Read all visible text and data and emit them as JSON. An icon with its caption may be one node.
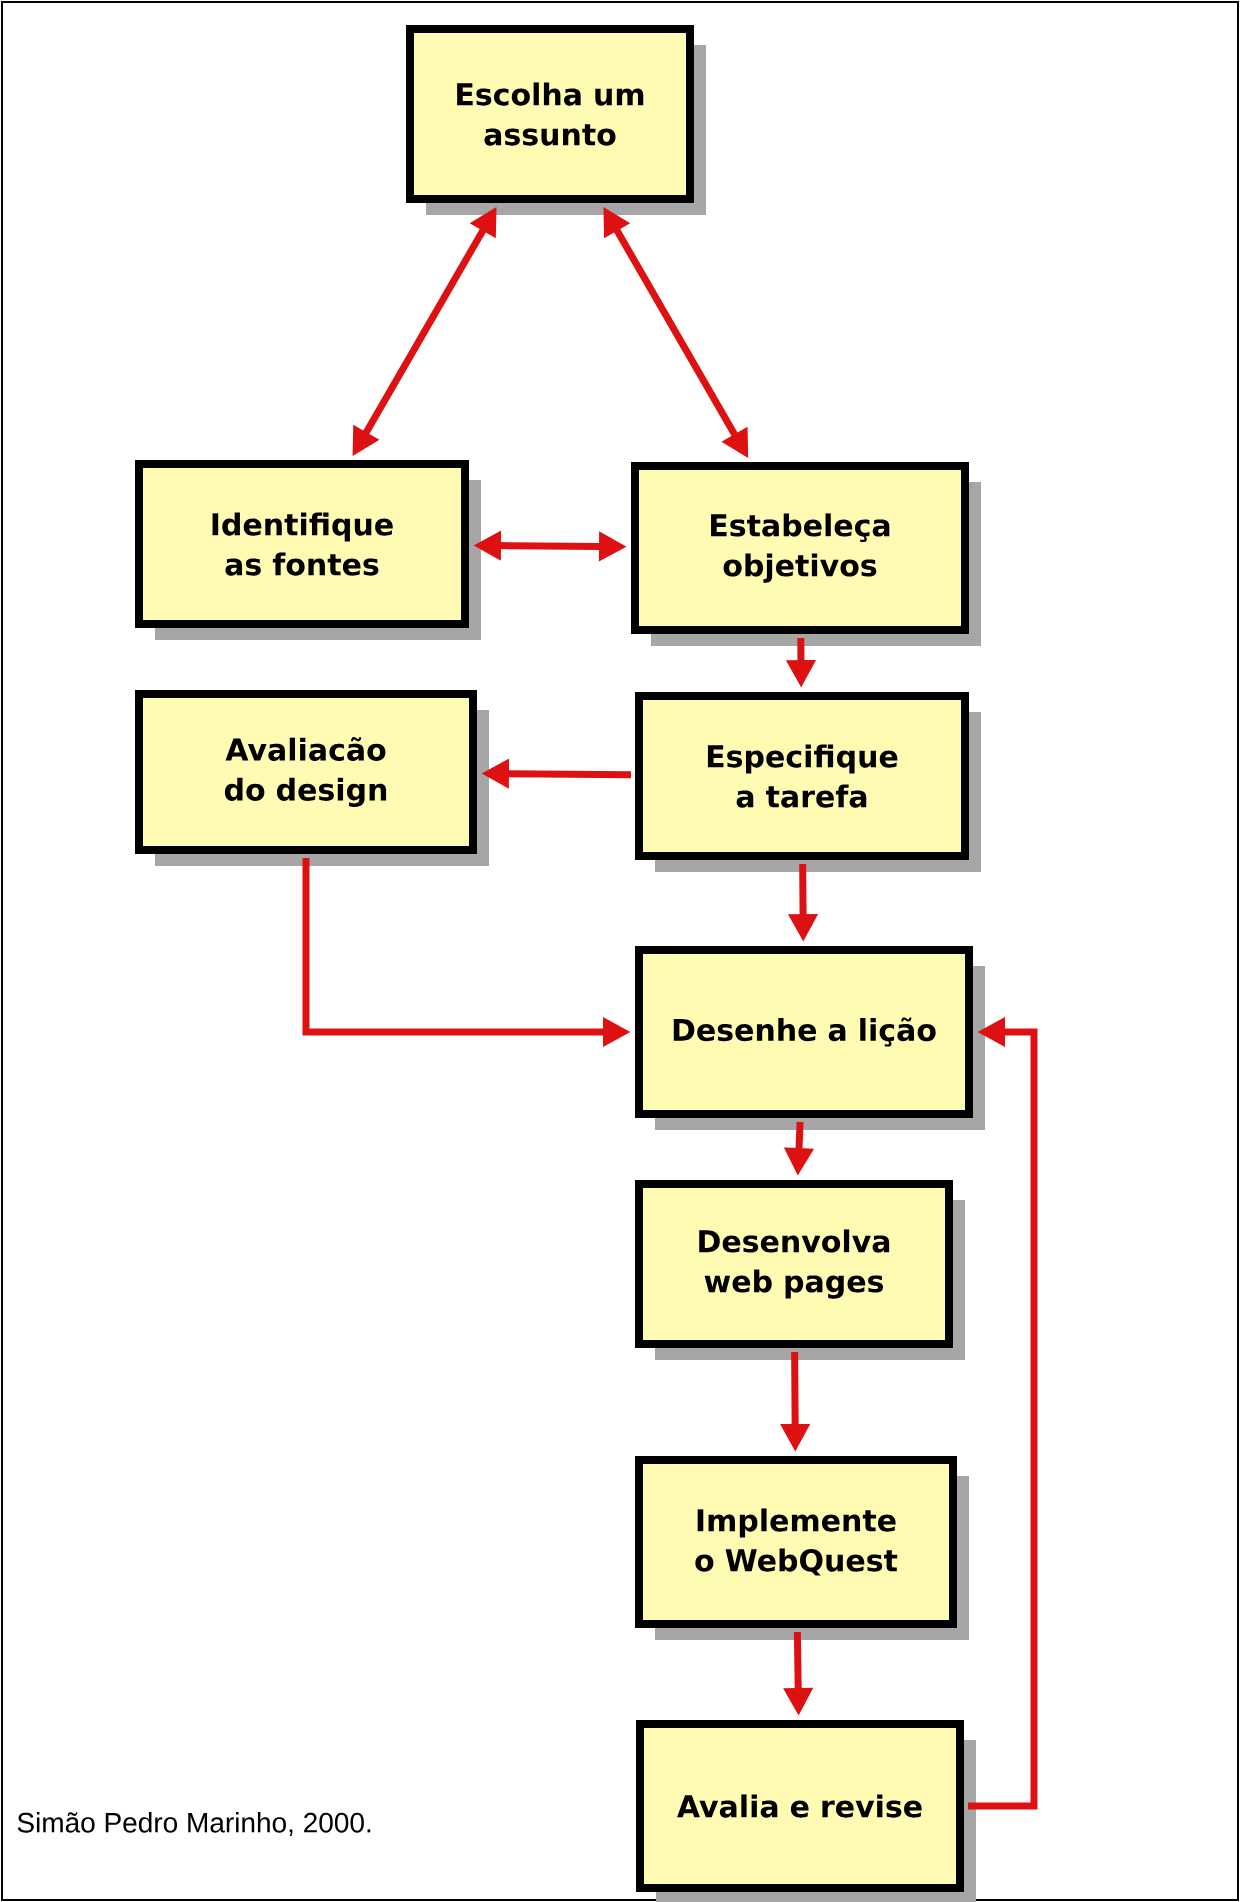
{
  "diagram": {
    "nodes": [
      {
        "text": [
          "Escolha um assunto"
        ]
      },
      {
        "text": [
          "Identifique as fontes"
        ]
      },
      {
        "text": [
          "Estabeleça objetivos"
        ]
      },
      {
        "text": [
          "Avaliacão do design"
        ]
      },
      {
        "text": [
          "Especifique a tarefa"
        ]
      },
      {
        "text": [
          "Desenhe a lição"
        ]
      },
      {
        "text": [
          "Desenvolva web pages"
        ]
      },
      {
        "text": [
          "Implemente o WebQuest"
        ]
      },
      {
        "text": [
          "Avalia e revise"
        ]
      }
    ],
    "edges": [
      {
        "from": 0,
        "to": 1,
        "arrow": "both"
      },
      {
        "from": 0,
        "to": 2,
        "arrow": "both"
      },
      {
        "from": 1,
        "to": 2,
        "arrow": "both"
      },
      {
        "from": 2,
        "to": 4,
        "arrow": "to"
      },
      {
        "from": 4,
        "to": 3,
        "arrow": "to"
      },
      {
        "from": 4,
        "to": 5,
        "arrow": "to"
      },
      {
        "from": 3,
        "to": 5,
        "arrow": "to"
      },
      {
        "from": 5,
        "to": 6,
        "arrow": "to"
      },
      {
        "from": 6,
        "to": 7,
        "arrow": "to"
      },
      {
        "from": 7,
        "to": 8,
        "arrow": "to"
      },
      {
        "from": 8,
        "to": 5,
        "arrow": "to"
      }
    ],
    "labels": [
      "Simão Pedro Marinho, 2000."
    ]
  }
}
